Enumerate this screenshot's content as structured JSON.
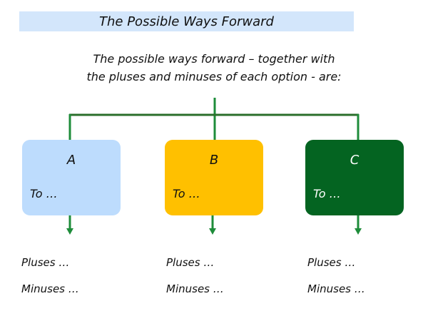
{
  "title": "The Possible Ways Forward",
  "subtitle": {
    "line1": "The possible ways forward – together with",
    "line2": "the pluses and minuses of each option - are:"
  },
  "colors": {
    "title_bg": "#d3e6fb",
    "connector": "#1e8c3a",
    "connector_dark": "#2a6e2a"
  },
  "options": [
    {
      "letter": "A",
      "to": "To …",
      "pluses": "Pluses …",
      "minuses": "Minuses …",
      "bg": "#bddcfd",
      "fg": "#111111"
    },
    {
      "letter": "B",
      "to": "To …",
      "pluses": "Pluses …",
      "minuses": "Minuses …",
      "bg": "#ffc000",
      "fg": "#111111"
    },
    {
      "letter": "C",
      "to": "To …",
      "pluses": "Pluses …",
      "minuses": "Minuses …",
      "bg": "#046421",
      "fg": "#ffffff"
    }
  ]
}
